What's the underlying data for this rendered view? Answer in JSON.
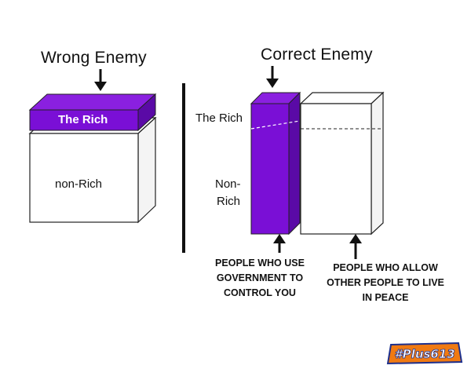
{
  "left_panel": {
    "title": "Wrong Enemy",
    "top_block_label": "The Rich",
    "bottom_block_label": "non-Rich"
  },
  "right_panel": {
    "title": "Correct Enemy",
    "label_rich": "The Rich",
    "label_nonrich_line1": "Non-",
    "label_nonrich_line2": "Rich",
    "caption_left": "PEOPLE WHO USE GOVERNMENT TO CONTROL YOU",
    "caption_right": "PEOPLE WHO ALLOW OTHER PEOPLE TO LIVE IN PEACE"
  },
  "watermark": {
    "text": "#Plus613"
  },
  "colors": {
    "purple": "#7a0fd6",
    "purple_dark": "#5a0aa6",
    "outline": "#222222",
    "logo_orange": "#f07a12",
    "logo_blue": "#1d2f8c"
  }
}
